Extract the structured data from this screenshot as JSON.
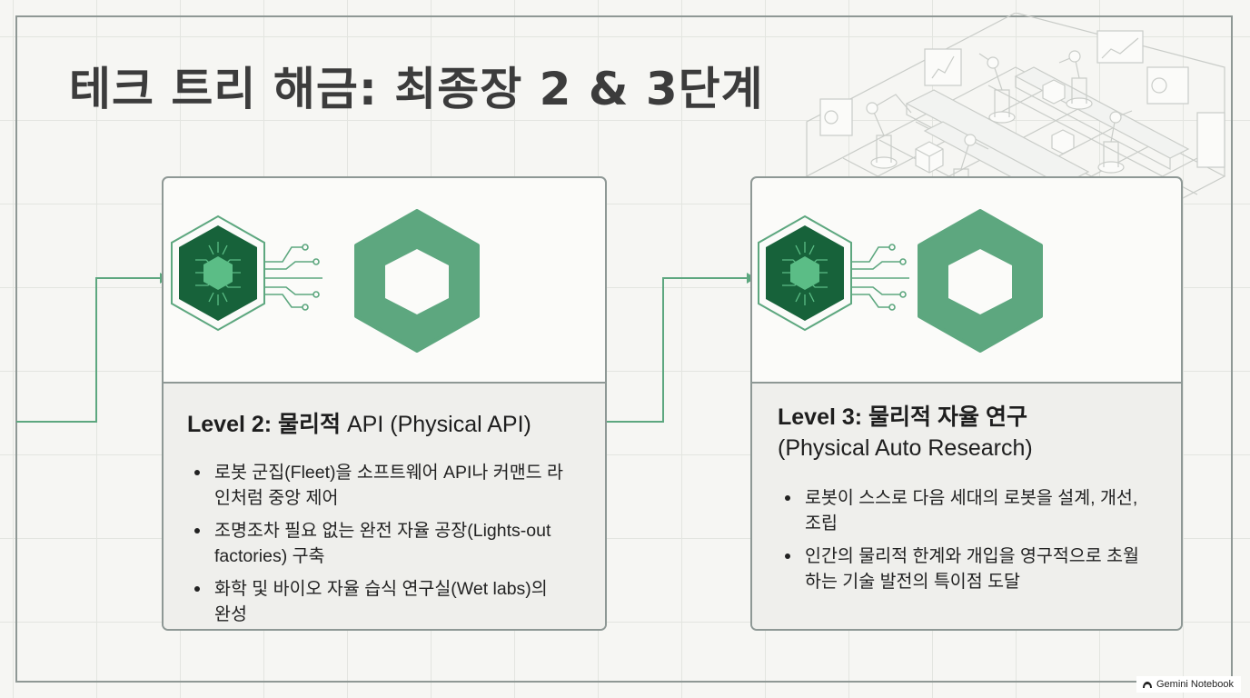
{
  "title": "테크 트리 해금: 최종장 2 & 3단계",
  "colors": {
    "accent": "#5da77f",
    "chip_dark": "#17623a",
    "frame": "#8f9895",
    "background": "#f6f6f3"
  },
  "icons": [
    "circuit-hexagon-chip-icon",
    "hexagon-ring-icon",
    "robot-factory-illustration",
    "notebook-logo-icon"
  ],
  "level2": {
    "title_bold": "Level 2: 물리적",
    "title_rest": " API (Physical API)",
    "bullets": [
      "로봇 군집(Fleet)을 소프트웨어 API나 커맨드 라인처럼 중앙 제어",
      "조명조차 필요 없는 완전 자율 공장(Lights-out factories) 구축",
      "화학 및 바이오 자율 습식 연구실(Wet labs)의 완성"
    ]
  },
  "level3": {
    "title_bold": "Level 3: 물리적 자율 연구",
    "title_sub": "(Physical Auto Research)",
    "bullets": [
      "로봇이 스스로 다음 세대의 로봇을 설계, 개선, 조립",
      "인간의 물리적 한계와 개입을 영구적으로 초월하는 기술 발전의 특이점 도달"
    ]
  },
  "brand": {
    "label": "Gemini Notebook"
  }
}
